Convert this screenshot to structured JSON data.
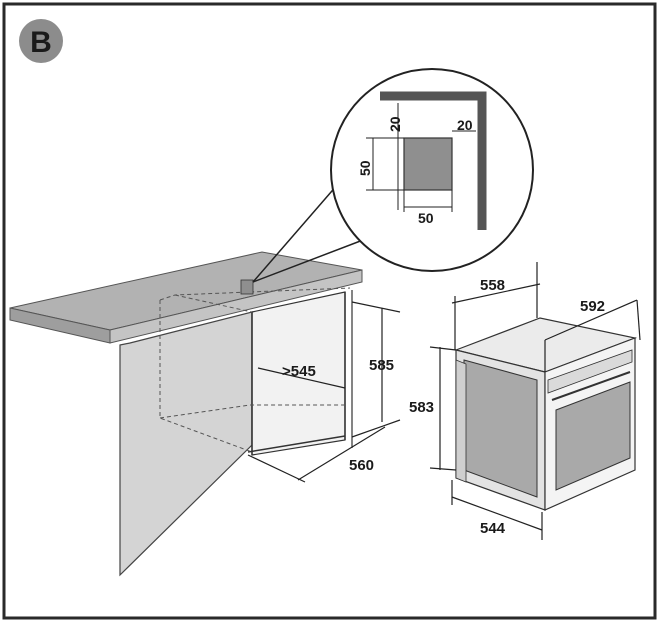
{
  "badge": {
    "letter": "B",
    "fill": "#8c8c8c",
    "text_color": "#1a1a1a"
  },
  "colors": {
    "frame": "#2a2a2a",
    "countertop": "#b2b2b2",
    "cabinet": "#d4d4d4",
    "oven_body": "#e3e3e3",
    "oven_window": "#a9a9a9",
    "vent_block": "#8f8f8f",
    "line": "#222222",
    "dashed": "#555555"
  },
  "dimensions": {
    "niche_depth": ">545",
    "niche_height": "585",
    "niche_width": "560",
    "oven_width": "558",
    "oven_depth": "592",
    "oven_height": "583",
    "oven_recess_width": "544"
  },
  "detail": {
    "gap_top": "20",
    "gap_side": "20",
    "vent_height": "50",
    "vent_width": "50"
  }
}
